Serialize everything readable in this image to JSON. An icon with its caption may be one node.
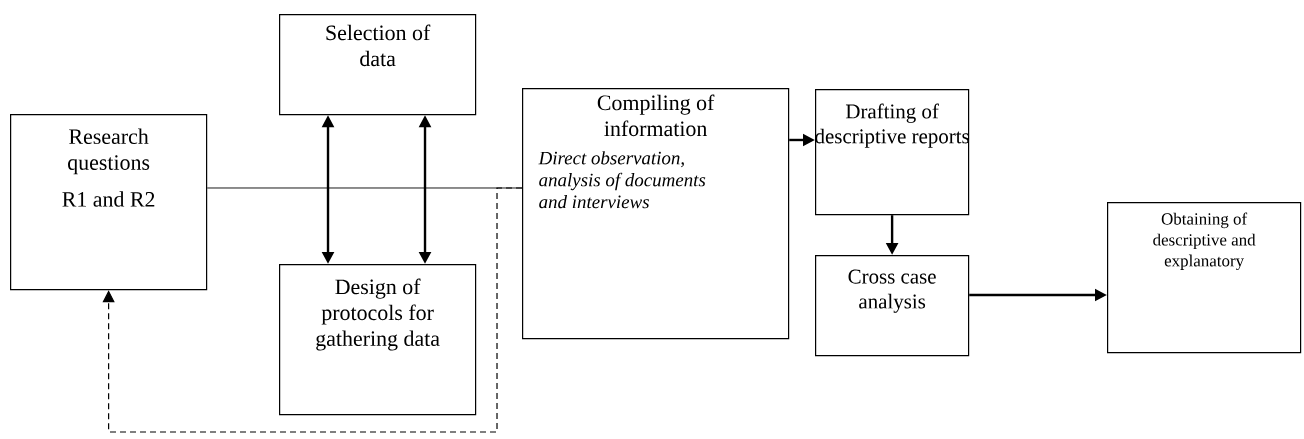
{
  "diagram": {
    "nodes": [
      {
        "text": [
          "Research questions",
          "R1 and R2"
        ]
      },
      {
        "text": [
          "Selection of data"
        ]
      },
      {
        "text": [
          "Design of protocols for gathering data"
        ]
      },
      {
        "text": [
          "Compiling of information",
          "Direct observation, analysis of documents and interviews"
        ]
      },
      {
        "text": [
          "Drafting of descriptive reports"
        ]
      },
      {
        "text": [
          "Cross case analysis"
        ]
      },
      {
        "text": [
          "Obtaining of descriptive and explanatory"
        ]
      }
    ],
    "edges": [
      {
        "from": 0,
        "to": 3,
        "arrow": "none"
      },
      {
        "from": 1,
        "to": 2,
        "arrow": "both"
      },
      {
        "from": 1,
        "to": 2,
        "arrow": "both"
      },
      {
        "from": 3,
        "to": 4,
        "arrow": "to"
      },
      {
        "from": 4,
        "to": 5,
        "arrow": "to"
      },
      {
        "from": 5,
        "to": 6,
        "arrow": "to"
      },
      {
        "from": 3,
        "to": 0,
        "arrow": "to",
        "style": "dashed"
      }
    ]
  }
}
